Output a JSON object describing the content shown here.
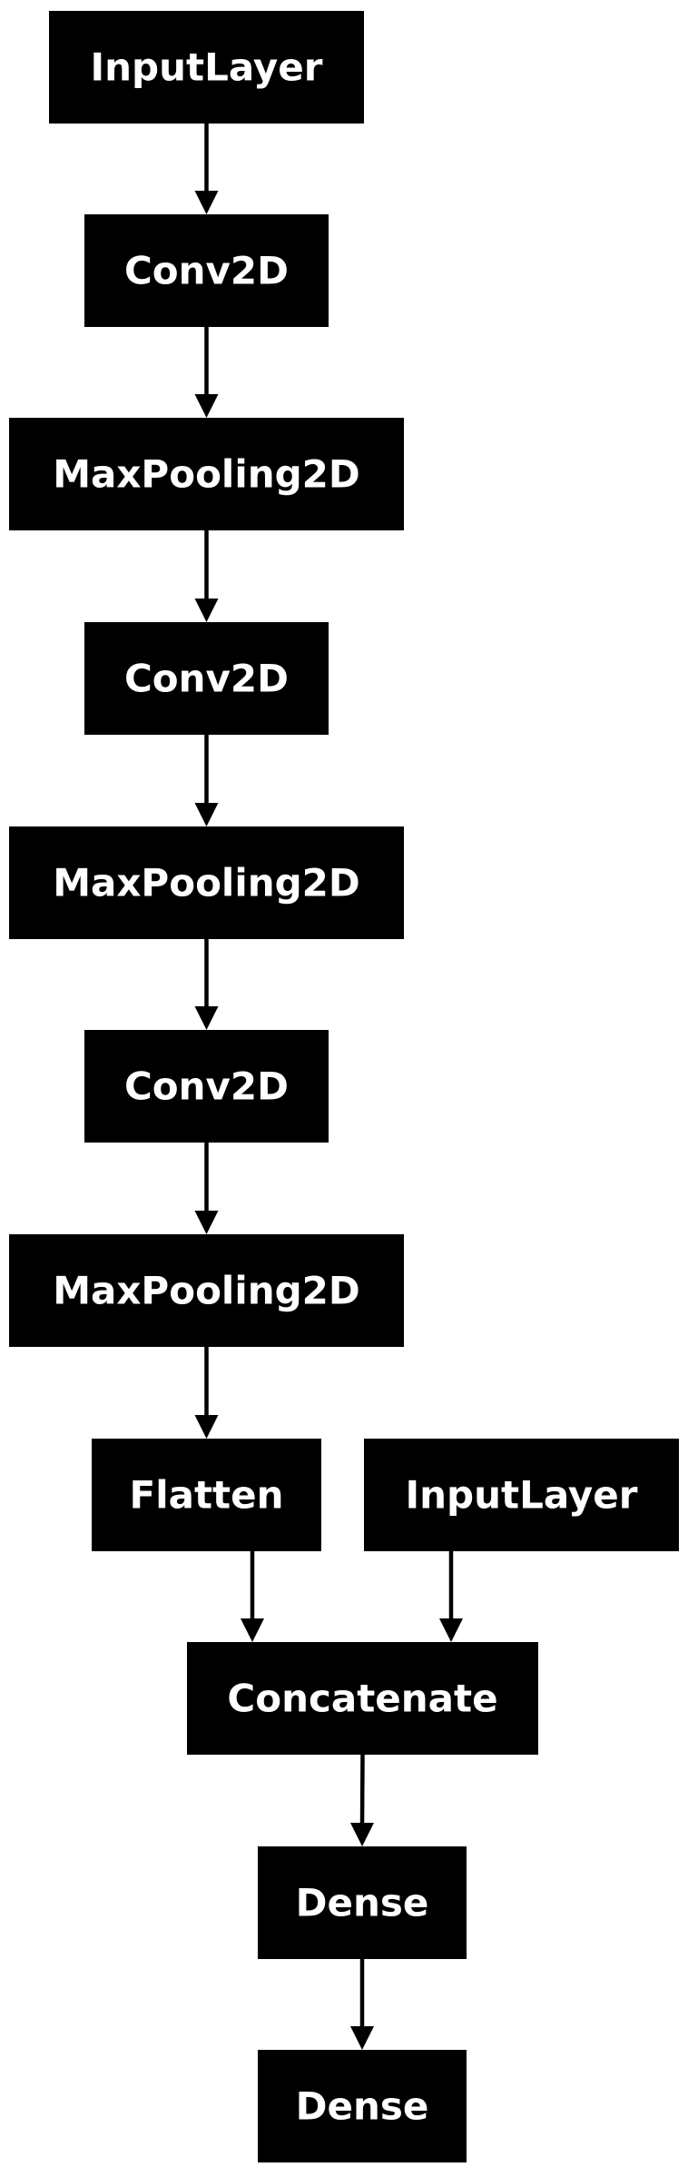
{
  "diagram": {
    "nodes": [
      {
        "id": "input_1",
        "label": "InputLayer"
      },
      {
        "id": "conv_1",
        "label": "Conv2D"
      },
      {
        "id": "pool_1",
        "label": "MaxPooling2D"
      },
      {
        "id": "conv_2",
        "label": "Conv2D"
      },
      {
        "id": "pool_2",
        "label": "MaxPooling2D"
      },
      {
        "id": "conv_3",
        "label": "Conv2D"
      },
      {
        "id": "pool_3",
        "label": "MaxPooling2D"
      },
      {
        "id": "flatten",
        "label": "Flatten"
      },
      {
        "id": "input_2",
        "label": "InputLayer"
      },
      {
        "id": "concat",
        "label": "Concatenate"
      },
      {
        "id": "dense_1",
        "label": "Dense"
      },
      {
        "id": "dense_2",
        "label": "Dense"
      }
    ],
    "edges": [
      {
        "from": "input_1",
        "to": "conv_1"
      },
      {
        "from": "conv_1",
        "to": "pool_1"
      },
      {
        "from": "pool_1",
        "to": "conv_2"
      },
      {
        "from": "conv_2",
        "to": "pool_2"
      },
      {
        "from": "pool_2",
        "to": "conv_3"
      },
      {
        "from": "conv_3",
        "to": "pool_3"
      },
      {
        "from": "pool_3",
        "to": "flatten"
      },
      {
        "from": "flatten",
        "to": "concat"
      },
      {
        "from": "input_2",
        "to": "concat"
      },
      {
        "from": "concat",
        "to": "dense_1"
      },
      {
        "from": "dense_1",
        "to": "dense_2"
      }
    ],
    "colors": {
      "node_fill": "#000000",
      "node_text": "#ffffff",
      "edge": "#000000",
      "background": "#ffffff"
    }
  }
}
